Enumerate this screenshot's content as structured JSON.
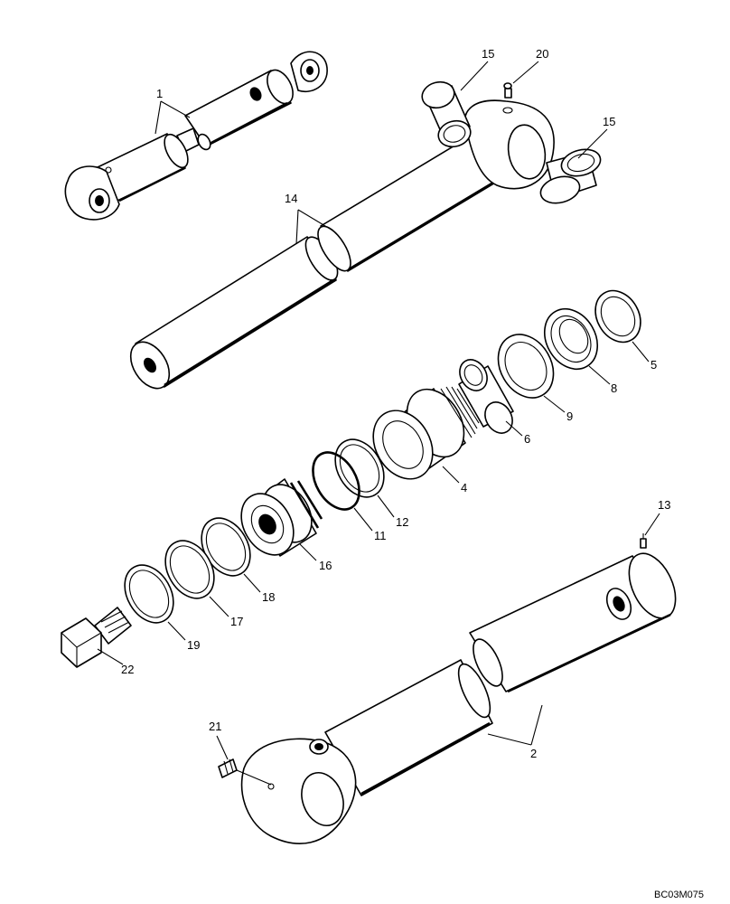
{
  "callouts": {
    "c1": "1",
    "c2": "2",
    "c4": "4",
    "c5": "5",
    "c6": "6",
    "c8": "8",
    "c9": "9",
    "c11": "11",
    "c12": "12",
    "c13": "13",
    "c14": "14",
    "c15a": "15",
    "c15b": "15",
    "c16": "16",
    "c17": "17",
    "c18": "18",
    "c19": "19",
    "c20": "20",
    "c21": "21",
    "c22": "22"
  },
  "drawing_code": "BC03M075"
}
